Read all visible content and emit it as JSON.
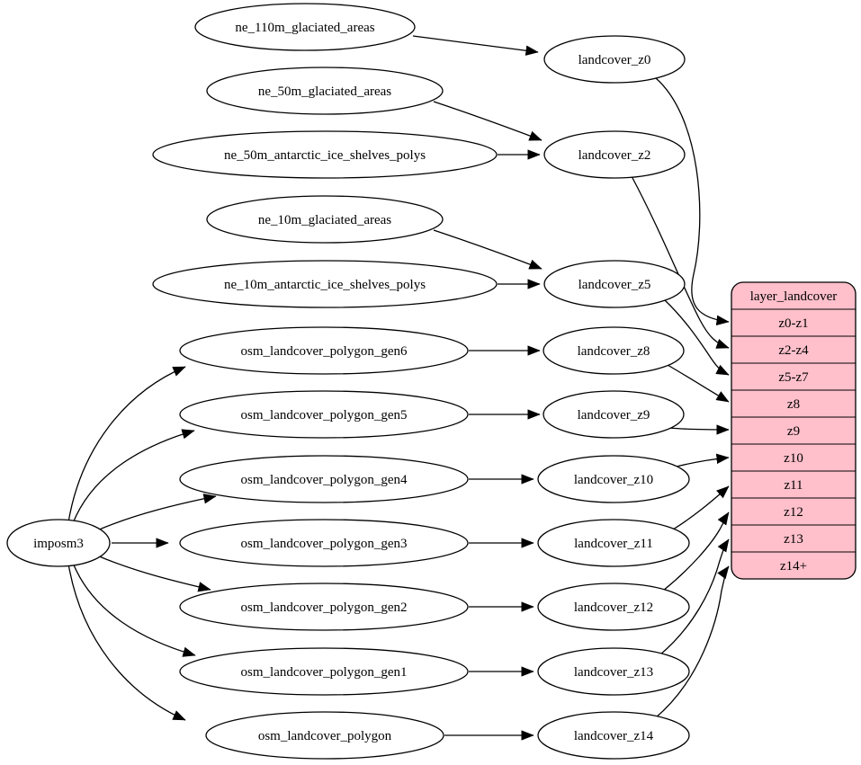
{
  "nodes": {
    "imposm": "imposm3",
    "sources": [
      "ne_110m_glaciated_areas",
      "ne_50m_glaciated_areas",
      "ne_50m_antarctic_ice_shelves_polys",
      "ne_10m_glaciated_areas",
      "ne_10m_antarctic_ice_shelves_polys",
      "osm_landcover_polygon_gen6",
      "osm_landcover_polygon_gen5",
      "osm_landcover_polygon_gen4",
      "osm_landcover_polygon_gen3",
      "osm_landcover_polygon_gen2",
      "osm_landcover_polygon_gen1",
      "osm_landcover_polygon"
    ],
    "intermediates": [
      "landcover_z0",
      "landcover_z2",
      "landcover_z5",
      "landcover_z8",
      "landcover_z9",
      "landcover_z10",
      "landcover_z11",
      "landcover_z12",
      "landcover_z13",
      "landcover_z14"
    ]
  },
  "table": {
    "title": "layer_landcover",
    "rows": [
      "z0-z1",
      "z2-z4",
      "z5-z7",
      "z8",
      "z9",
      "z10",
      "z11",
      "z12",
      "z13",
      "z14+"
    ],
    "fill": "#ffc0cb"
  },
  "colors": {
    "background": "#ffffff",
    "node_fill": "#ffffff",
    "stroke": "#000000"
  },
  "edges": [
    [
      "ne_110m_glaciated_areas",
      "landcover_z0"
    ],
    [
      "ne_50m_glaciated_areas",
      "landcover_z2"
    ],
    [
      "ne_50m_antarctic_ice_shelves_polys",
      "landcover_z2"
    ],
    [
      "ne_10m_glaciated_areas",
      "landcover_z5"
    ],
    [
      "ne_10m_antarctic_ice_shelves_polys",
      "landcover_z5"
    ],
    [
      "osm_landcover_polygon_gen6",
      "landcover_z8"
    ],
    [
      "osm_landcover_polygon_gen5",
      "landcover_z9"
    ],
    [
      "osm_landcover_polygon_gen4",
      "landcover_z10"
    ],
    [
      "osm_landcover_polygon_gen3",
      "landcover_z11"
    ],
    [
      "osm_landcover_polygon_gen2",
      "landcover_z12"
    ],
    [
      "osm_landcover_polygon_gen1",
      "landcover_z13"
    ],
    [
      "osm_landcover_polygon",
      "landcover_z14"
    ],
    [
      "imposm3",
      "osm_landcover_polygon_gen6"
    ],
    [
      "imposm3",
      "osm_landcover_polygon_gen5"
    ],
    [
      "imposm3",
      "osm_landcover_polygon_gen4"
    ],
    [
      "imposm3",
      "osm_landcover_polygon_gen3"
    ],
    [
      "imposm3",
      "osm_landcover_polygon_gen2"
    ],
    [
      "imposm3",
      "osm_landcover_polygon_gen1"
    ],
    [
      "imposm3",
      "osm_landcover_polygon"
    ],
    [
      "landcover_z0",
      "z0-z1"
    ],
    [
      "landcover_z2",
      "z2-z4"
    ],
    [
      "landcover_z5",
      "z5-z7"
    ],
    [
      "landcover_z8",
      "z8"
    ],
    [
      "landcover_z9",
      "z9"
    ],
    [
      "landcover_z10",
      "z10"
    ],
    [
      "landcover_z11",
      "z11"
    ],
    [
      "landcover_z12",
      "z12"
    ],
    [
      "landcover_z13",
      "z13"
    ],
    [
      "landcover_z14",
      "z14+"
    ]
  ]
}
